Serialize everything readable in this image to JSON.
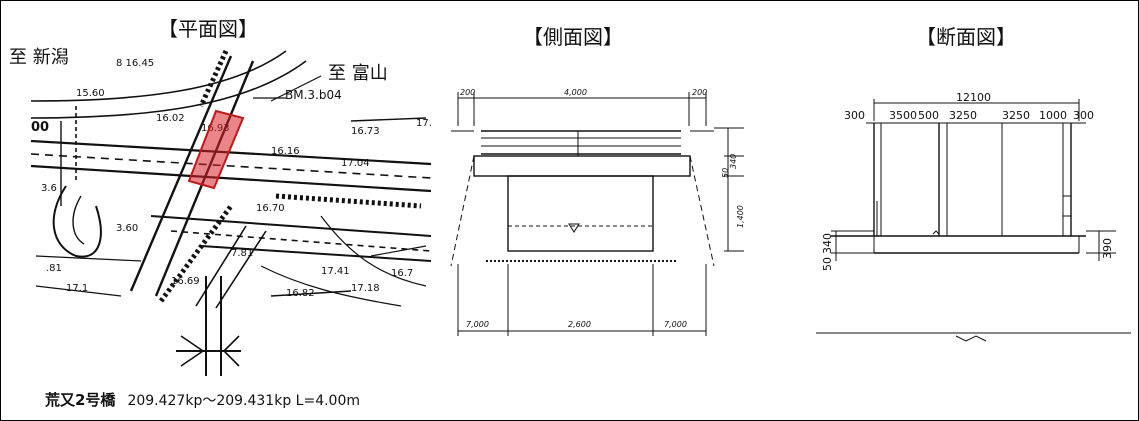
{
  "views": {
    "plan": {
      "title": "【平面図】"
    },
    "side": {
      "title": "【側面図】"
    },
    "section": {
      "title": "【断面図】"
    }
  },
  "plan": {
    "to_niigata": "至 新潟",
    "to_toyama": "至 富山",
    "benchmark_label": "BM.3.b04",
    "bridge_name": "荒又2号橋",
    "bridge_location": "209.427kp～209.431kp L=4.00m",
    "highlight_color": "#d9232a"
  },
  "side": {
    "top_dims": [
      "200",
      "4,000",
      "200"
    ],
    "right_dims": [
      "340",
      "50",
      "1,400"
    ],
    "bottom_dims": [
      "7,000",
      "2,600",
      "7,000"
    ]
  },
  "section": {
    "overall_width": "12100",
    "dims": [
      "300",
      "3500",
      "500",
      "3250",
      "3250",
      "1000",
      "300"
    ],
    "left_dims": [
      "340",
      "50"
    ],
    "right_dim": "390"
  }
}
